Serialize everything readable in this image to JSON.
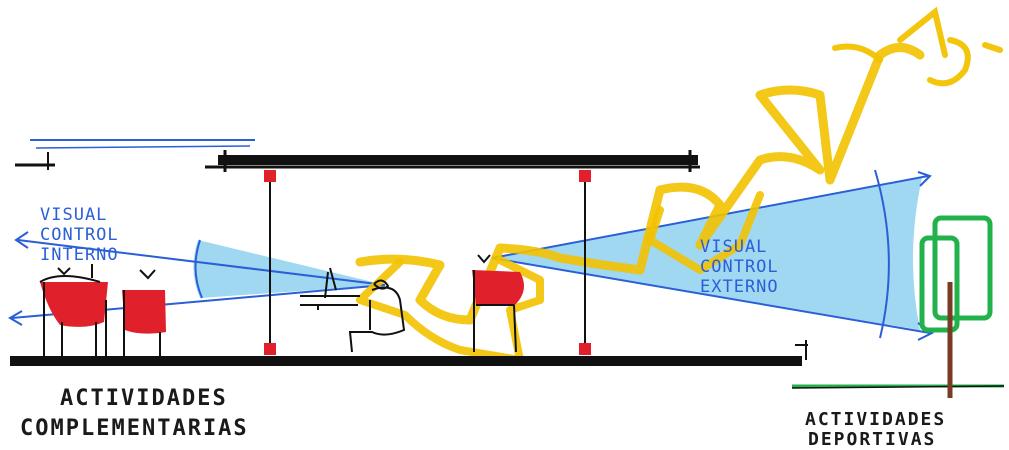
{
  "colors": {
    "ink": "#111111",
    "blue_cone": "#7cc6ea",
    "blue_line": "#2a5fd8",
    "yellow_sun": "#f2c200",
    "red_figure": "#e0202a",
    "green_tree": "#22b24c",
    "brown_trunk": "#7a3b24"
  },
  "labels": {
    "left_activities_line1": "ACTIVIDADES",
    "left_activities_line2": "COMPLEMENTARIAS",
    "right_activities_line1": "ACTIVIDADES",
    "right_activities_line2": "DEPORTIVAS",
    "left_visual_line1": "VISUAL",
    "left_visual_line2": "CONTROL",
    "left_visual_line3": "INTERNO",
    "right_visual_line1": "VISUAL",
    "right_visual_line2": "CONTROL",
    "right_visual_line3": "EXTERNO"
  }
}
